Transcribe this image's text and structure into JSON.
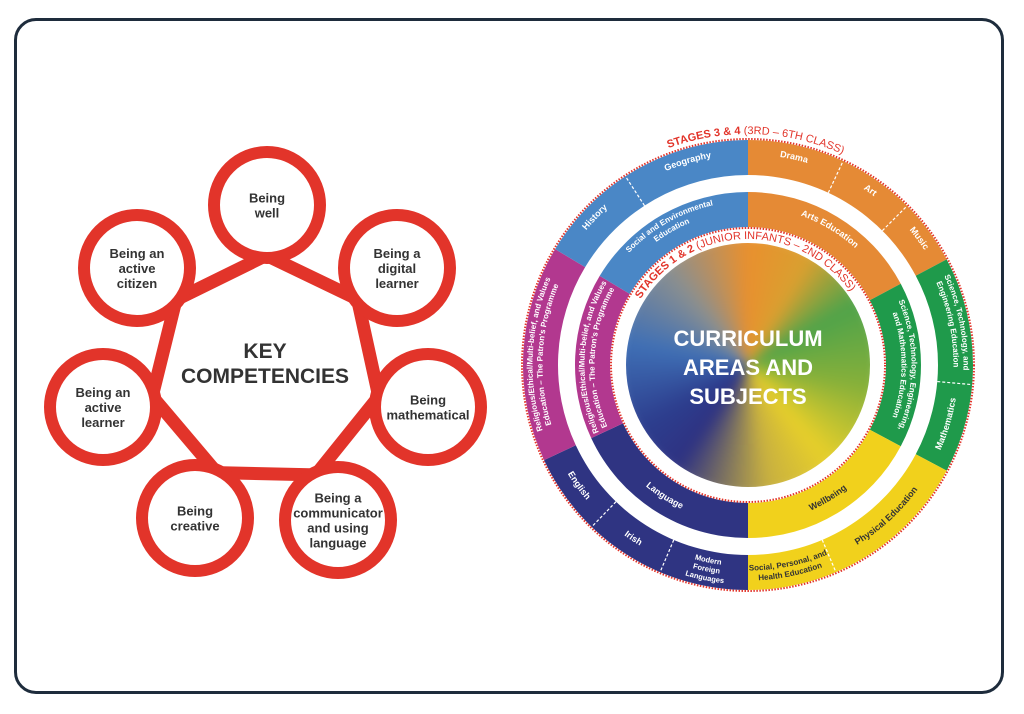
{
  "key_competencies": {
    "title_lines": [
      "KEY",
      "COMPETENCIES"
    ],
    "ribbon_color": "#e2342a",
    "items": [
      {
        "id": "well",
        "lines": [
          "Being",
          "well"
        ]
      },
      {
        "id": "digital",
        "lines": [
          "Being a",
          "digital",
          "learner"
        ]
      },
      {
        "id": "mathematical",
        "lines": [
          "Being",
          "mathematical"
        ]
      },
      {
        "id": "communicator",
        "lines": [
          "Being a",
          "communicator",
          "and using",
          "language"
        ]
      },
      {
        "id": "creative",
        "lines": [
          "Being",
          "creative"
        ]
      },
      {
        "id": "active-learner",
        "lines": [
          "Being an",
          "active",
          "learner"
        ]
      },
      {
        "id": "active-citizen",
        "lines": [
          "Being an",
          "active",
          "citizen"
        ]
      }
    ]
  },
  "curriculum": {
    "center_lines": [
      "CURRICULUM",
      "AREAS AND",
      "SUBJECTS"
    ],
    "stage_outer": {
      "bold": "STAGES 3 & 4 ",
      "rest": "(3RD – 6TH CLASS)"
    },
    "stage_inner": {
      "bold": "STAGES 1 & 2 ",
      "rest": "(JUNIOR INFANTS – 2ND CLASS)"
    },
    "colors": {
      "blue": "#4a87c6",
      "orange": "#e58a35",
      "green": "#1f9a4b",
      "yellow": "#f1d11c",
      "navy": "#2f3482",
      "magenta": "#b2388f",
      "red": "#e2342a"
    },
    "areas": [
      {
        "color": "orange",
        "label": [
          "Arts Education"
        ],
        "subjects": [
          [
            "Drama"
          ],
          [
            "Art"
          ],
          [
            "Music"
          ]
        ]
      },
      {
        "color": "green",
        "label": [
          "Science, Technology, Engineering,",
          "and Mathematics Education"
        ],
        "subjects": [
          [
            "Science, Technology, and",
            "Engineering Education"
          ],
          [
            "Mathematics"
          ]
        ]
      },
      {
        "color": "yellow",
        "label": [
          "Wellbeing"
        ],
        "subjects": [
          [
            "Physical Education"
          ],
          [
            "Social, Personal, and",
            "Health Education"
          ]
        ]
      },
      {
        "color": "navy",
        "label": [
          "Language"
        ],
        "subjects": [
          [
            "Modern",
            "Foreign",
            "Languages"
          ],
          [
            "Irish"
          ],
          [
            "English"
          ]
        ]
      },
      {
        "color": "magenta",
        "label": [
          "Religious/Ethical/Multi-belief, and Values",
          "Education – The Patron's Programme"
        ],
        "subjects": [
          [
            "Religious/Ethical/Multi-belief, and Values",
            "Education – The Patron's Programme"
          ]
        ]
      },
      {
        "color": "blue",
        "label": [
          "Social and Environmental",
          "Education"
        ],
        "subjects": [
          [
            "History"
          ],
          [
            "Geography"
          ]
        ]
      }
    ]
  }
}
